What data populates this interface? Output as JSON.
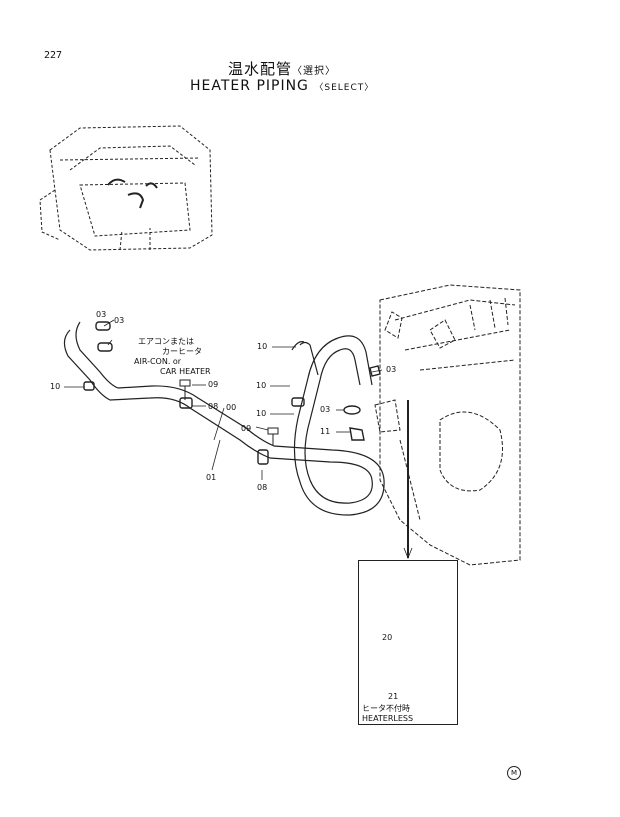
{
  "page_number": "227",
  "title": {
    "jp": "温水配管",
    "jp_suffix": "〈選択〉",
    "en": "HEATER  PIPING",
    "en_suffix": "〈SELECT〉"
  },
  "notes": {
    "aircon_jp_1": "エアコンまたは",
    "aircon_jp_2": "カーヒータ",
    "aircon_en_1": "AIR-CON. or",
    "aircon_en_2": "CAR HEATER",
    "heaterless_jp": "ヒータ不付時",
    "heaterless_en": "HEATERLESS"
  },
  "callouts": {
    "c03a": "03",
    "c03b": "03",
    "c10_left": "10",
    "c09_top": "09",
    "c08_top": "08",
    "c00": "00",
    "c09_mid": "09",
    "c01": "01",
    "c08_bottom": "08",
    "c10_a": "10",
    "c10_b": "10",
    "c10_c": "10",
    "c03_right": "03",
    "c11": "11",
    "c03_engine": "03",
    "c20": "20",
    "c21": "21"
  },
  "footer_mark": "M"
}
